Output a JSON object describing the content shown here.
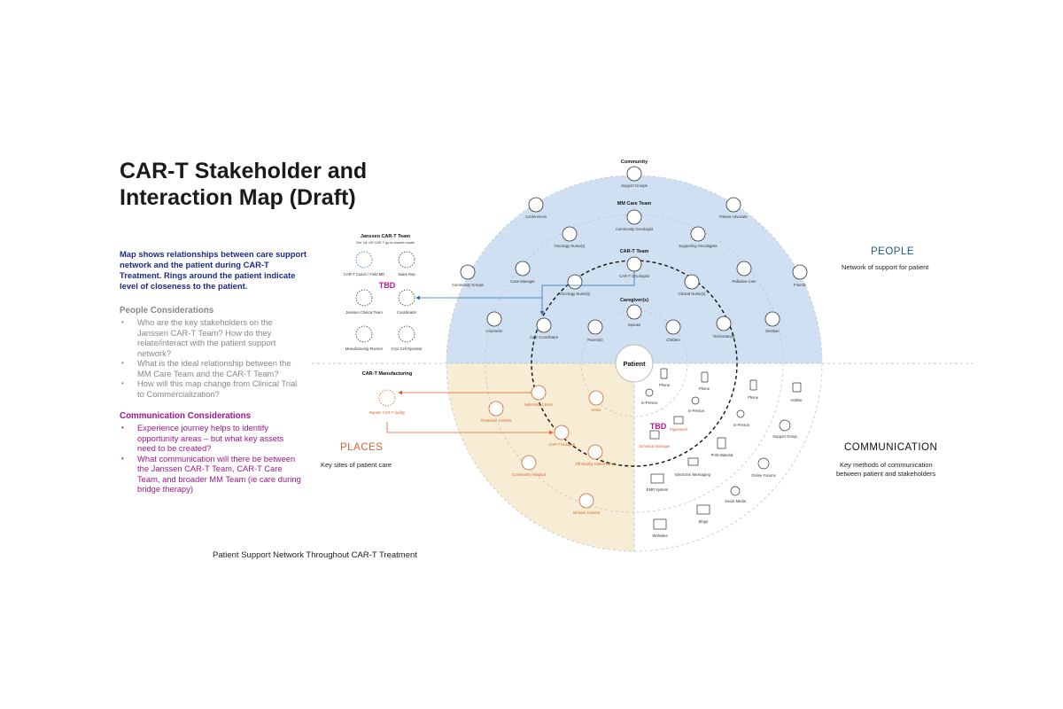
{
  "title": "CAR-T Stakeholder and Interaction Map (Draft)",
  "intro": "Map shows relationships between care support network and the patient during CAR-T Treatment. Rings around the patient indicate level of closeness to the patient.",
  "people_considerations": {
    "heading": "People Considerations",
    "items": [
      "Who are the key stakeholders on the Janssen CAR-T Team? How do they relate/interact with the patient support network?",
      "What is the ideal relationship between the MM Care Team and the CAR-T Team?",
      "How will this map change from Clinical Trial to Commercialization?"
    ]
  },
  "communication_considerations": {
    "heading": "Communication Considerations",
    "items": [
      "Experience journey helps to identify opportunity areas – but what key assets need to be created?",
      "What communication will there be between the Janssen CAR-T Team, CAR-T Care Team, and broader MM Team (ie care during bridge therapy)"
    ]
  },
  "footer": "Patient Support Network Throughout CAR-T Treatment",
  "sections": {
    "people": {
      "title": "PEOPLE",
      "subtitle": "Network of support for patient",
      "color": "#1f5a82"
    },
    "places": {
      "title": "PLACES",
      "subtitle": "Key sites of patient care",
      "color": "#d9622b"
    },
    "communication": {
      "title": "COMMUNICATION",
      "subtitle_1": "Key methods of communication",
      "subtitle_2": "between patient and stakeholders",
      "color": "#111111"
    }
  },
  "colors": {
    "people_fill": "#cfe0f3",
    "places_fill": "#f7ecd4",
    "accent_blue": "#2f6db5",
    "accent_orange": "#d9622b",
    "tbd_magenta": "#b5178e"
  },
  "patient": "Patient",
  "ring_labels": {
    "community": "Community",
    "mm_care_team": "MM Care Team",
    "cart_team": "CAR-T Team",
    "caregivers": "Caregiver(s)"
  },
  "janssen": {
    "title": "Janssen CAR-T Team",
    "subtitle": "Oct '18: US CAR-T go-to-market model",
    "tbd": "TBD",
    "members": [
      "CAR-T Coach / Field MD",
      "Sales Rep",
      "Janssen Clinical Team",
      "Coordinator",
      "Manufacturing Planner",
      "Cryo Cell Operator"
    ]
  },
  "manufacturing": {
    "title": "CAR-T Manufacturing",
    "facility": "Raritan CAR-T facility"
  },
  "people_nodes": {
    "support_groups": "Support Groups",
    "conferences": "Conferences",
    "patient_advocate": "Patient Advocate",
    "community_oncologist": "Community Oncologist",
    "oncology_nurses_outer": "Oncology Nurse(s)",
    "supporting_oncologists": "Supporting Oncologists",
    "community_groups": "Community Groups",
    "case_manager": "Case Manager",
    "cart_oncologist": "CAR-T Oncologist",
    "palliative_care": "Palliative Care",
    "friends": "Friends",
    "oncology_nurses_inner": "Oncology Nurse(s)",
    "clinical_nurses": "Clinical Nurse(s)",
    "counselor": "Counselor",
    "care_coordinator": "Care Coordinator",
    "spouse": "Spouse",
    "parents": "Parent(s)",
    "children": "Children",
    "technicians": "Technician(s)",
    "dietitian": "Dietitian"
  },
  "place_nodes": {
    "apheresis": "Apheresis Center",
    "home": "Home",
    "treatment_centers": "Treatment Centers",
    "cart_hospital": "CAR-T Hospital",
    "community_hospital": "Community Hospital",
    "nearby_hotel": "Off Nearby Hotel/Home*",
    "infusion_centers": "Infusion Centers"
  },
  "comm_nodes": {
    "phone_1": "Phone",
    "phone_2": "Phone",
    "phone_3": "Phone",
    "hotline": "Hotline",
    "in_person_1": "In-Person",
    "in_person_2": "In-Person",
    "in_person_3": "In-Person",
    "paperwork": "Paperwork",
    "schedule_manager": "Schedule Manager",
    "tbd": "TBD",
    "support_group": "Support Group",
    "print_material": "Print Material",
    "electronic_messaging": "Electronic Messaging",
    "online_forums": "Online Forums",
    "emr_system": "EMR System",
    "social_media": "Social Media",
    "blogs": "Blogs",
    "websites": "Websites"
  }
}
